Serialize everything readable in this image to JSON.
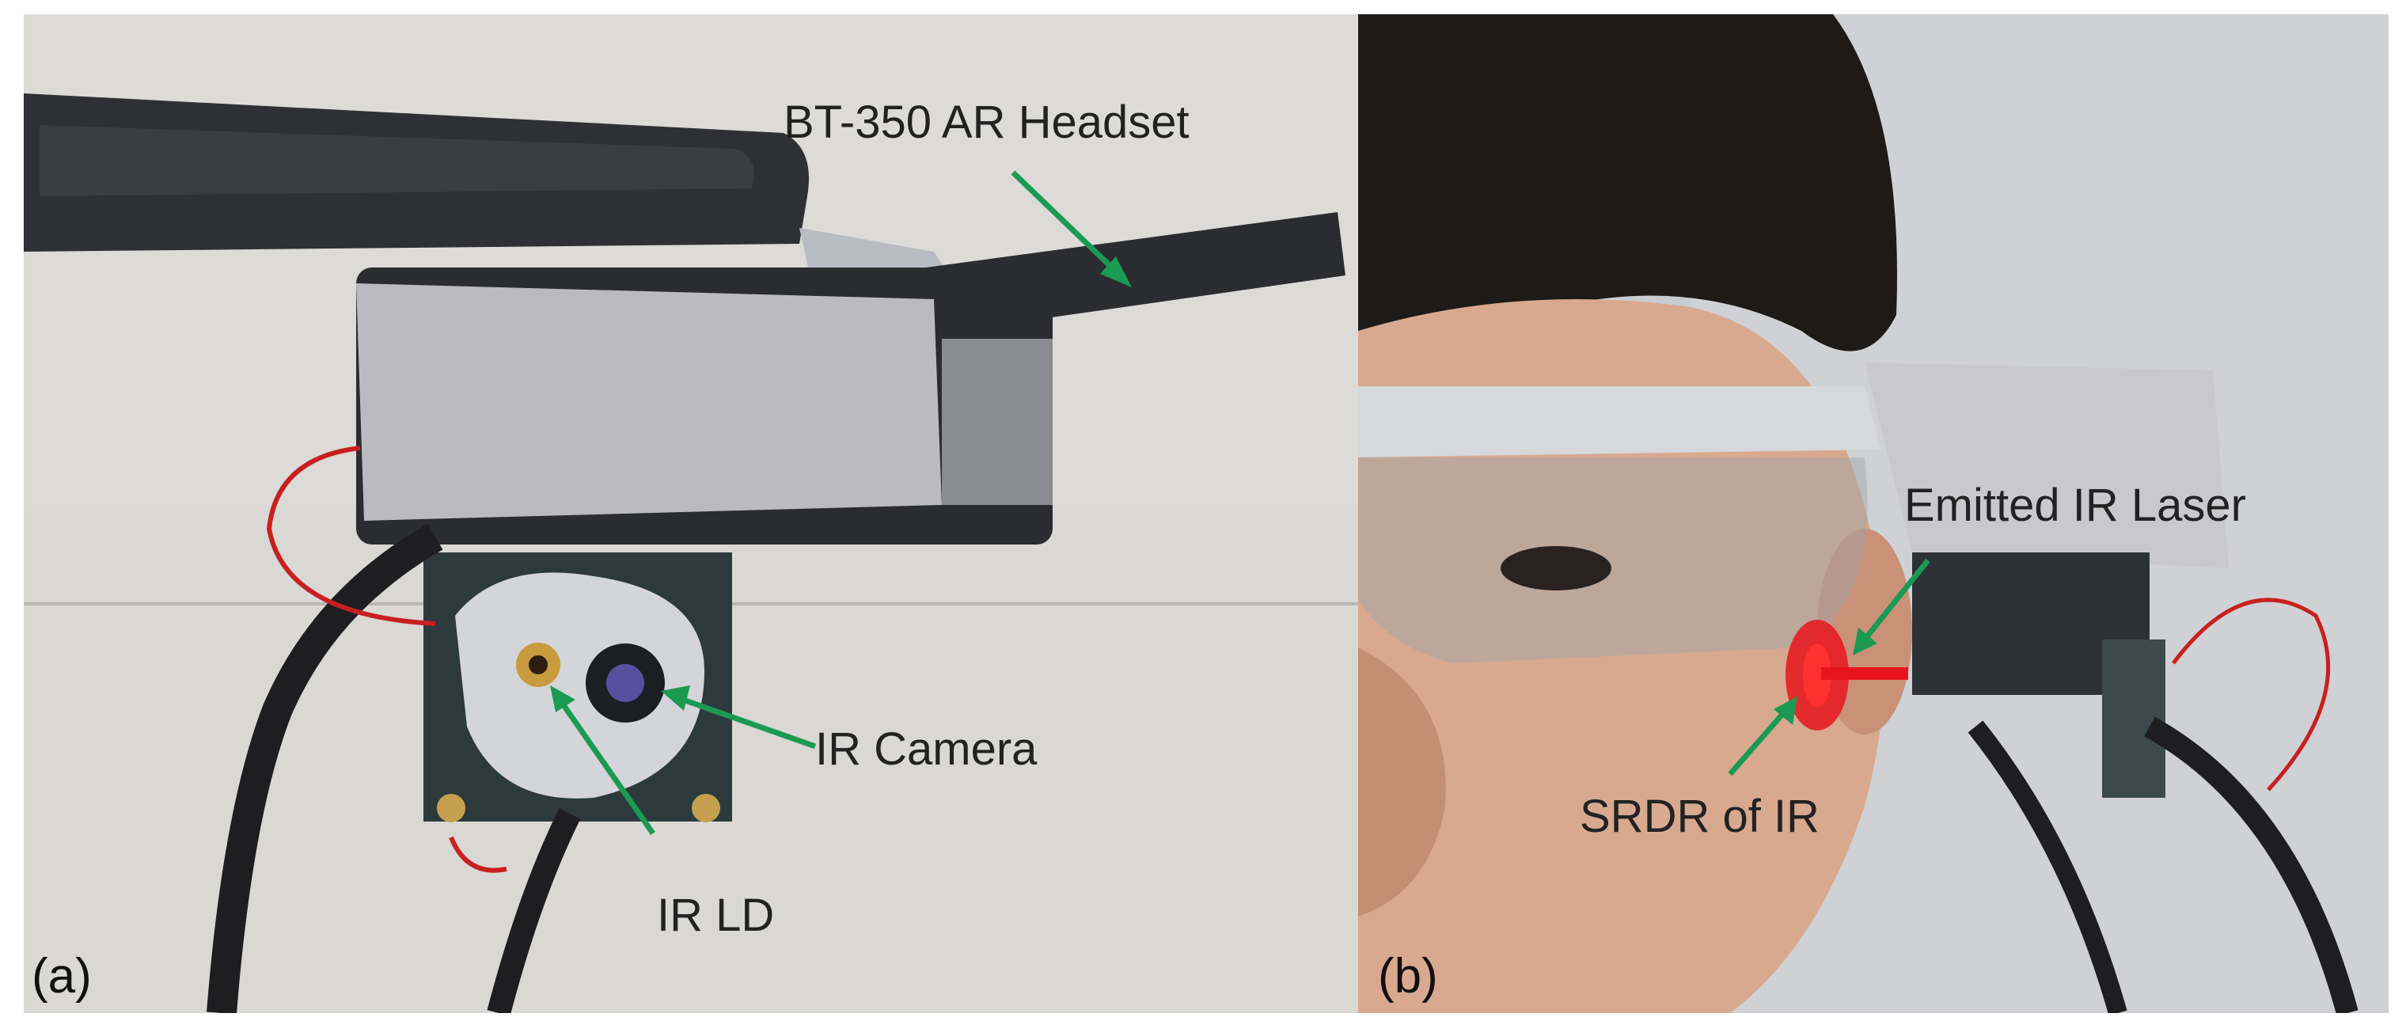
{
  "figure": {
    "panels": [
      {
        "id": "a",
        "letter": "(a)",
        "annotations": {
          "headset": "BT-350 AR Headset",
          "camera": "IR Camera",
          "ld": "IR LD"
        }
      },
      {
        "id": "b",
        "letter": "(b)",
        "annotations": {
          "laser": "Emitted IR Laser",
          "srdr": "SRDR of IR"
        }
      }
    ],
    "colors": {
      "arrow": "#1a9a52",
      "laser_spot": "#e8141c",
      "tape": "#c8c8cc",
      "headset_body": "#2b2c30",
      "wall_a": "#d9d8d5",
      "wall_b": "#c9ccd0"
    }
  }
}
